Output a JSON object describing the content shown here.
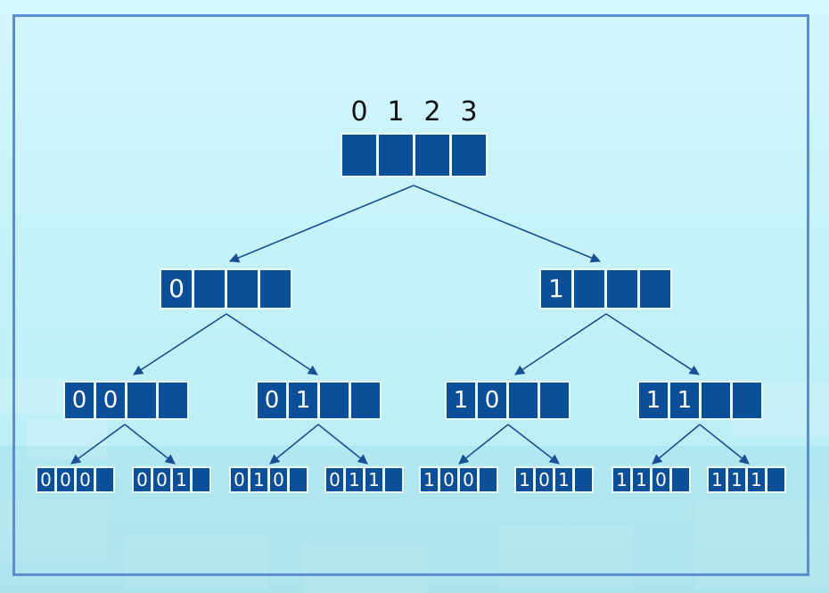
{
  "diagram": {
    "top_labels": [
      "0",
      "1",
      "2",
      "3"
    ],
    "level1": [
      {
        "cells": [
          "0",
          "",
          "",
          ""
        ]
      },
      {
        "cells": [
          "1",
          "",
          "",
          ""
        ]
      }
    ],
    "level2": [
      {
        "cells": [
          "0",
          "0",
          "",
          ""
        ]
      },
      {
        "cells": [
          "0",
          "1",
          "",
          ""
        ]
      },
      {
        "cells": [
          "1",
          "0",
          "",
          ""
        ]
      },
      {
        "cells": [
          "1",
          "1",
          "",
          ""
        ]
      }
    ],
    "level3": [
      {
        "cells": [
          "0",
          "0",
          "0",
          ""
        ]
      },
      {
        "cells": [
          "0",
          "0",
          "1",
          ""
        ]
      },
      {
        "cells": [
          "0",
          "1",
          "0",
          ""
        ]
      },
      {
        "cells": [
          "0",
          "1",
          "1",
          ""
        ]
      },
      {
        "cells": [
          "1",
          "0",
          "0",
          ""
        ]
      },
      {
        "cells": [
          "1",
          "0",
          "1",
          ""
        ]
      },
      {
        "cells": [
          "1",
          "1",
          "0",
          ""
        ]
      },
      {
        "cells": [
          "1",
          "1",
          "1",
          ""
        ]
      }
    ],
    "colors": {
      "cell_fill": "#0c4f99",
      "edge": "#1a4f95",
      "frame": "#5a8ed0"
    }
  }
}
